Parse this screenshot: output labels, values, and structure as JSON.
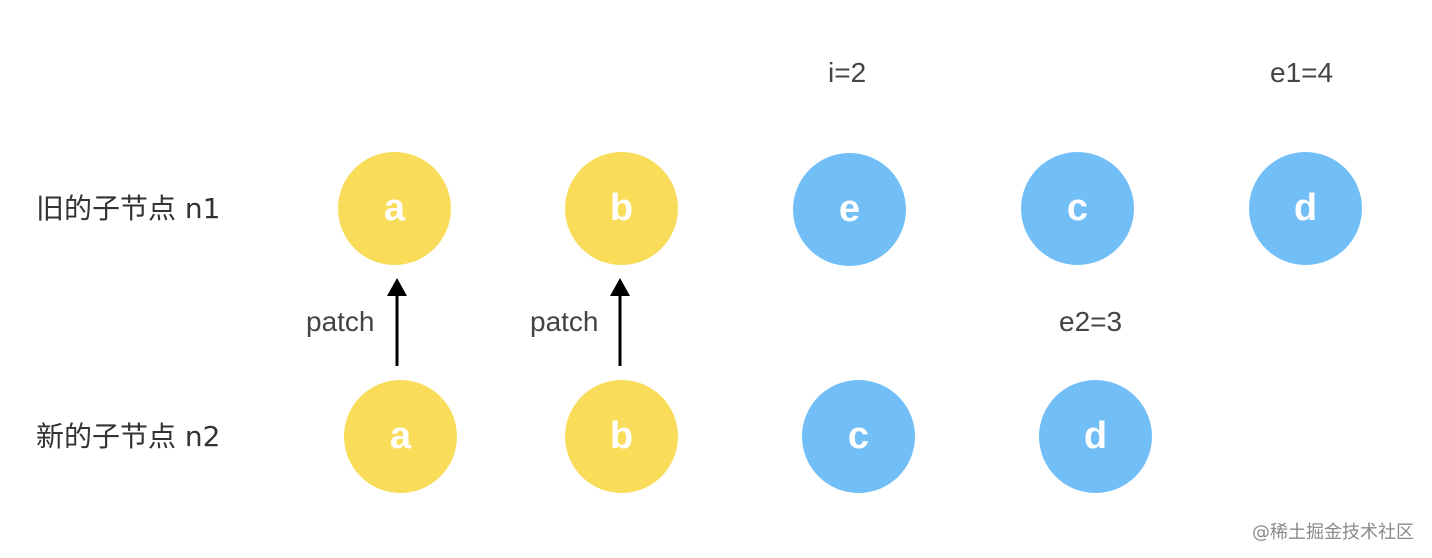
{
  "labels": {
    "old_children": "旧的子节点 n1",
    "new_children": "新的子节点 n2"
  },
  "indices": {
    "i": "i=2",
    "e1": "e1=4",
    "e2": "e2=3"
  },
  "old_nodes": [
    {
      "key": "a",
      "color": "#f8dc5a"
    },
    {
      "key": "b",
      "color": "#f8dc5a"
    },
    {
      "key": "e",
      "color": "#72bff8"
    },
    {
      "key": "c",
      "color": "#72bff8"
    },
    {
      "key": "d",
      "color": "#72bff8"
    }
  ],
  "new_nodes": [
    {
      "key": "a",
      "color": "#f8dc5a"
    },
    {
      "key": "b",
      "color": "#f8dc5a"
    },
    {
      "key": "c",
      "color": "#72bff8"
    },
    {
      "key": "d",
      "color": "#72bff8"
    }
  ],
  "patch_arrows": [
    {
      "label": "patch"
    },
    {
      "label": "patch"
    }
  ],
  "watermark": "@稀土掘金技术社区",
  "colors": {
    "matched": "#f8dc5a",
    "unmatched": "#72bff8",
    "arrow": "#000000"
  }
}
